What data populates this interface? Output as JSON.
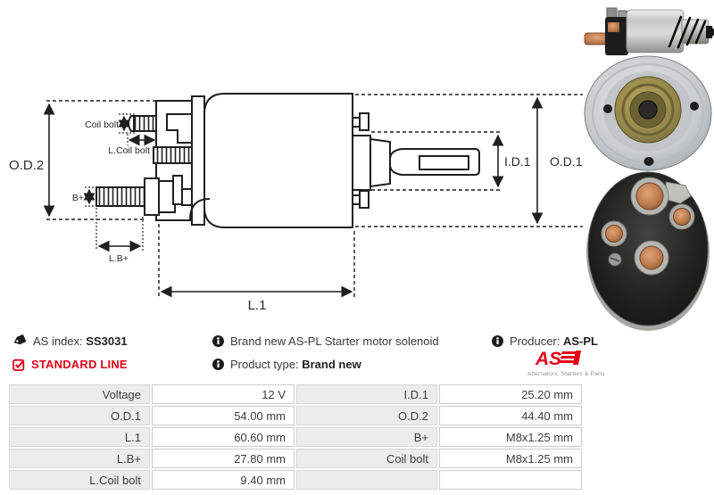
{
  "diagram": {
    "labels": {
      "od2": "O.D.2",
      "od1": "O.D.1",
      "id1": "I.D.1",
      "l1": "L.1",
      "lb": "L.B+",
      "b": "B+",
      "coil_bolt": "Coil bolt",
      "l_coil_bolt": "L.Coil bolt"
    }
  },
  "info": {
    "as_index_label": "AS index:",
    "as_index_value": "SS3031",
    "standard_line": "STANDARD LINE",
    "description": "Brand new AS-PL Starter motor solenoid",
    "product_type_label": "Product type:",
    "product_type_value": "Brand new",
    "producer_label": "Producer:",
    "producer_value": "AS-PL",
    "logo_text": "AS",
    "logo_tagline": "Alternators, Starters & Parts"
  },
  "colors": {
    "accent_red": "#e2001a",
    "table_label_bg": "#ececec"
  },
  "specs": {
    "left": [
      {
        "label": "Voltage",
        "value": "12 V"
      },
      {
        "label": "O.D.1",
        "value": "54.00 mm"
      },
      {
        "label": "L.1",
        "value": "60.60 mm"
      },
      {
        "label": "L.B+",
        "value": "27.80 mm"
      },
      {
        "label": "L.Coil bolt",
        "value": "9.40 mm"
      }
    ],
    "right": [
      {
        "label": "I.D.1",
        "value": "25.20 mm"
      },
      {
        "label": "O.D.2",
        "value": "44.40 mm"
      },
      {
        "label": "B+",
        "value": "M8x1.25 mm"
      },
      {
        "label": "Coil bolt",
        "value": "M8x1.25 mm"
      },
      {
        "label": "",
        "value": ""
      }
    ]
  }
}
